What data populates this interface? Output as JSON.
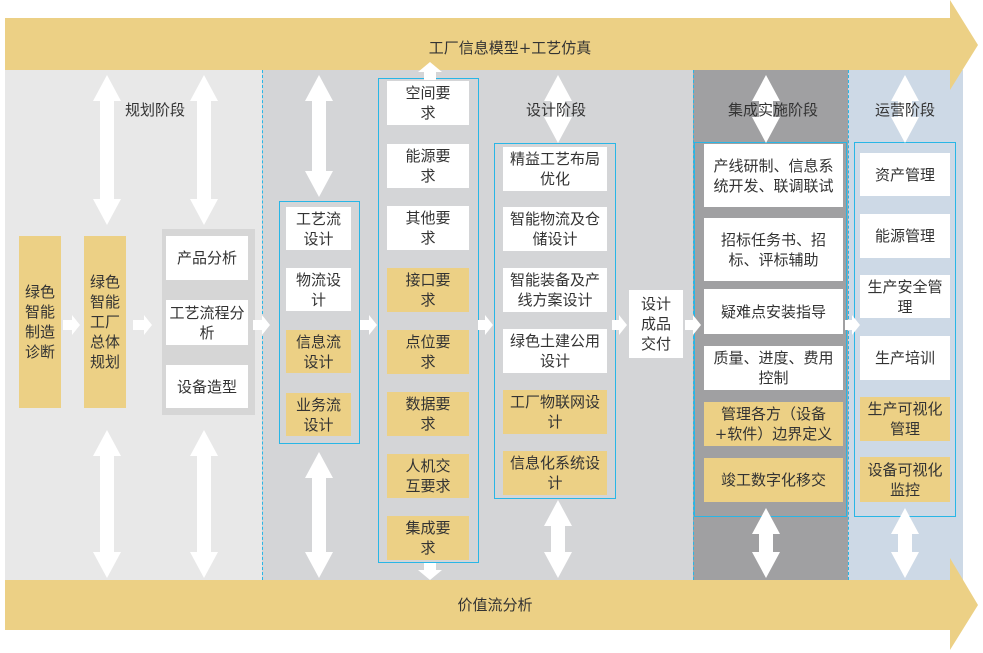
{
  "top_band": "工厂信息模型+工艺仿真",
  "bottom_band": "价值流分析",
  "stages": {
    "planning": "规划阶段",
    "design": "设计阶段",
    "integration": "集成实施阶段",
    "operations": "运营阶段"
  },
  "planning": {
    "diagnosis": "绿色智能制造诊断",
    "overall": "绿色智能工厂总体规划",
    "items": [
      "产品分析",
      "工艺流程分析",
      "设备造型"
    ]
  },
  "flow_design": [
    "工艺流设计",
    "物流设计",
    "信息流设计",
    "业务流设计"
  ],
  "requirements": [
    "空间要求",
    "能源要求",
    "其他要求",
    "接口要求",
    "点位要求",
    "数据要求",
    "人机交互要求",
    "集成要求"
  ],
  "design_items": [
    "精益工艺布局优化",
    "智能物流及仓储设计",
    "智能装备及产线方案设计",
    "绿色土建公用设计",
    "工厂物联网设计",
    "信息化系统设计"
  ],
  "delivery": "设计成品交付",
  "integration_items": [
    "产线研制、信息系统开发、联调联试",
    "招标任务书、招标、评标辅助",
    "疑难点安装指导",
    "质量、进度、费用控制",
    "管理各方（设备+软件）边界定义",
    "竣工数字化移交"
  ],
  "operations_items": [
    "资产管理",
    "能源管理",
    "生产安全管理",
    "生产培训",
    "生产可视化管理",
    "设备可视化监控"
  ],
  "colors": {
    "yellow": "#ecd085",
    "cyan": "#29b6e6",
    "planning_bg": "#e8e8e8",
    "design_bg": "#d4d5d7",
    "integration_bg": "#a0a0a2",
    "operations_bg": "#cdd9e6"
  }
}
